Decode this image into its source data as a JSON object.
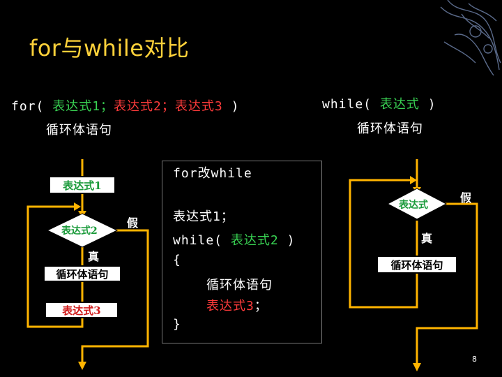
{
  "title": "for与while对比",
  "for_syntax": {
    "keyword": "for(",
    "expr1": "表达式1",
    "sep1": "；",
    "expr2": "表达式2",
    "sep2": "；",
    "expr3": "表达式3",
    "close": ")",
    "body": "循环体语句"
  },
  "while_syntax": {
    "keyword": "while(",
    "expr": "表达式",
    "close": ")",
    "body": "循环体语句"
  },
  "for_flow": {
    "expr1": "表达式1",
    "expr2": "表达式2",
    "true_label": "真",
    "false_label": "假",
    "body": "循环体语句",
    "expr3": "表达式3"
  },
  "conversion": {
    "heading": "for改while",
    "line1_expr": "表达式1",
    "line1_end": "；",
    "line2_kw": "while(",
    "line2_expr": "表达式2",
    "line2_close": ")",
    "open_brace": "{",
    "body": "循环体语句",
    "expr3": "表达式3",
    "expr3_end": "；",
    "close_brace": "}"
  },
  "while_flow": {
    "expr": "表达式",
    "true_label": "真",
    "false_label": "假",
    "body": "循环体语句"
  },
  "page_number": "8",
  "colors": {
    "title": "#ffd23a",
    "arrow": "#ffb400",
    "keyword_green": "#39d353",
    "keyword_red": "#ff3b3b"
  }
}
